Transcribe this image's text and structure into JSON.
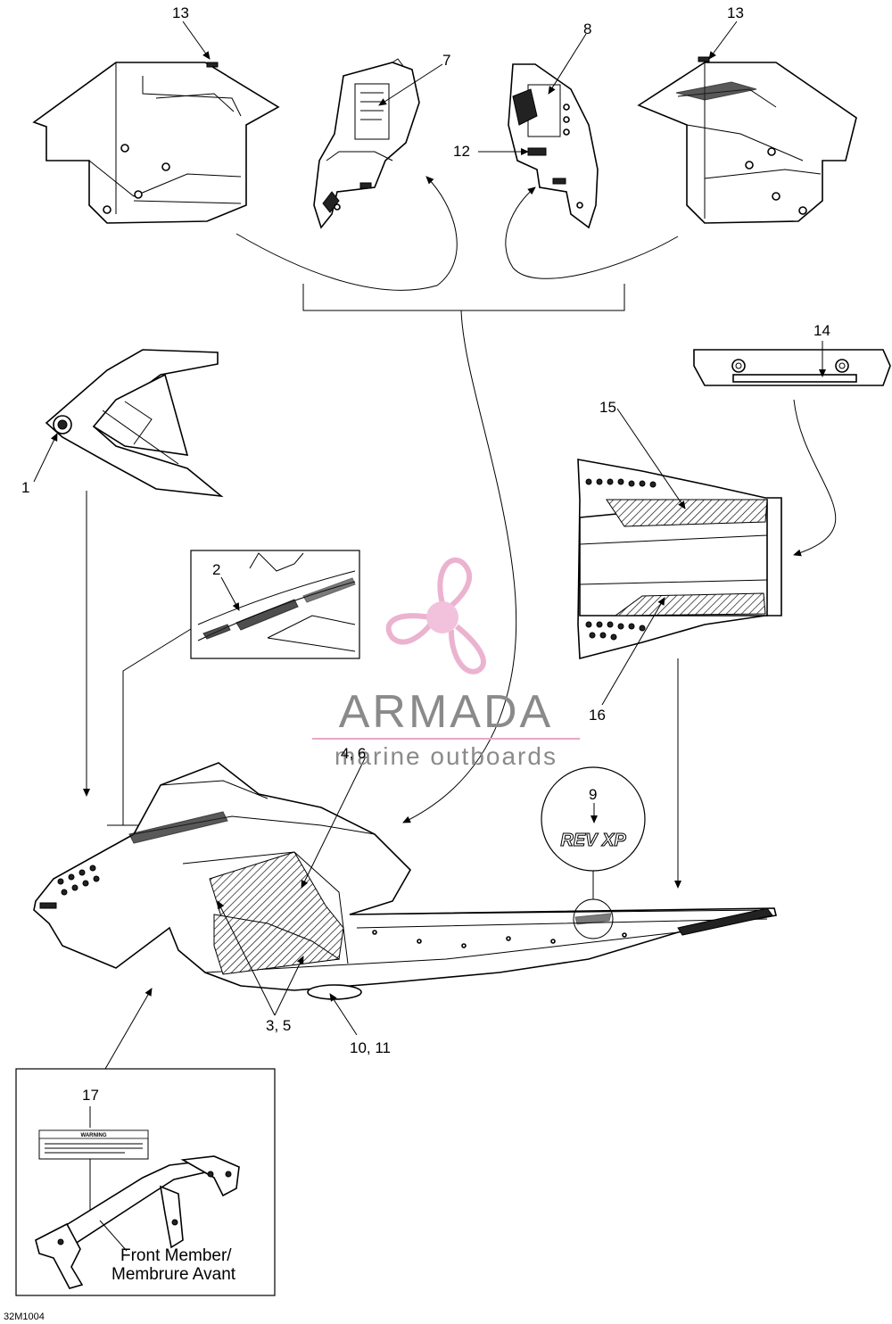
{
  "callouts": {
    "c1": "1",
    "c2": "2",
    "c3_5": "3, 5",
    "c4_6": "4, 6",
    "c7": "7",
    "c8": "8",
    "c9": "9",
    "c10_11": "10, 11",
    "c12": "12",
    "c13_left": "13",
    "c13_right": "13",
    "c14": "14",
    "c15": "15",
    "c16": "16",
    "c17": "17"
  },
  "inset": {
    "label_line1": "Front Member/",
    "label_line2": "Membrure Avant",
    "warning_title": "WARNING"
  },
  "logo_badge": "REV XP",
  "watermark": {
    "title": "ARMADA",
    "subtitle": "marine outboards",
    "propeller_color": "#e8a6c8",
    "hub_color": "#f0b8d6",
    "underline_color": "#e8a6c8"
  },
  "figure_code": "32M1004"
}
